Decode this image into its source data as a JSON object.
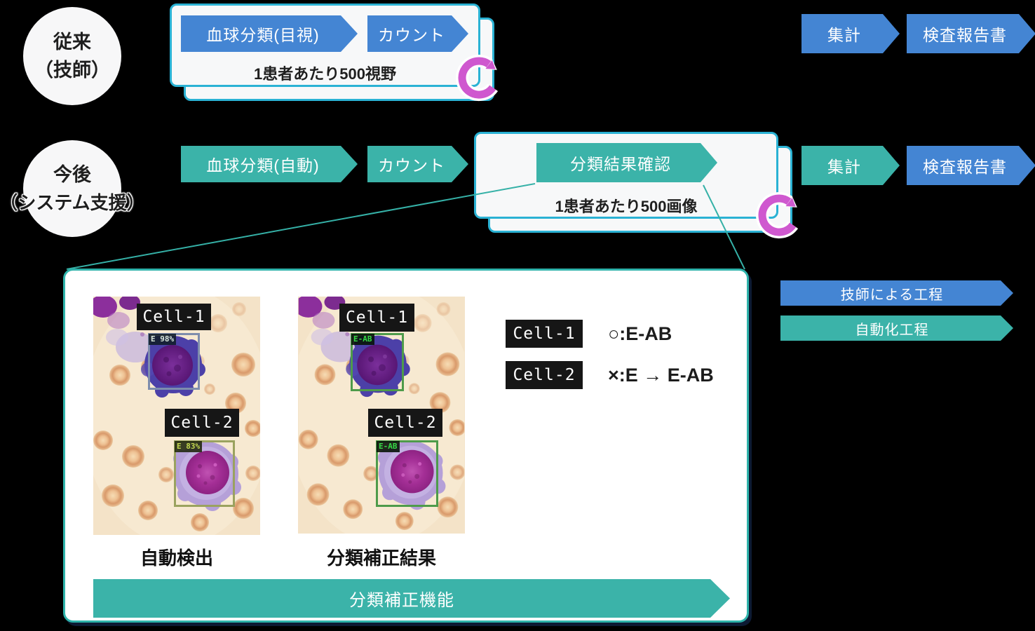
{
  "colors": {
    "process_blue": "#4485d3",
    "process_teal": "#3bb3a9",
    "card_border": "#2ab2d4",
    "panel_border": "#2fb3ab",
    "loop_pink": "#cf58cf"
  },
  "conventional": {
    "actor_line1": "従来",
    "actor_line2": "（技師）",
    "steps": {
      "classify": "血球分類(目視)",
      "count": "カウント",
      "aggregate": "集計",
      "report": "検査報告書"
    },
    "note": "1患者あたり500視野"
  },
  "future": {
    "actor_line1": "今後",
    "actor_line2": "（システム支援）",
    "steps": {
      "classify": "血球分類(自動)",
      "count": "カウント",
      "confirm": "分類結果確認",
      "aggregate": "集計",
      "report": "検査報告書"
    },
    "note": "1患者あたり500画像"
  },
  "legend": {
    "items": [
      {
        "label": "技師による工程",
        "type": "blue"
      },
      {
        "label": "自動化工程",
        "type": "teal"
      }
    ]
  },
  "panel": {
    "images": [
      {
        "caption": "自動検出",
        "cells": [
          {
            "name": "Cell-1",
            "tag": "E 98%"
          },
          {
            "name": "Cell-2",
            "tag": "E 83%"
          }
        ]
      },
      {
        "caption": "分類補正結果",
        "cells": [
          {
            "name": "Cell-1",
            "tag": "E-AB"
          },
          {
            "name": "Cell-2",
            "tag": "E-AB"
          }
        ]
      }
    ],
    "results": [
      {
        "name": "Cell-1",
        "text": "○:E-AB"
      },
      {
        "name": "Cell-2",
        "text": "×:E → E-AB"
      }
    ],
    "feature_label": "分類補正機能"
  }
}
